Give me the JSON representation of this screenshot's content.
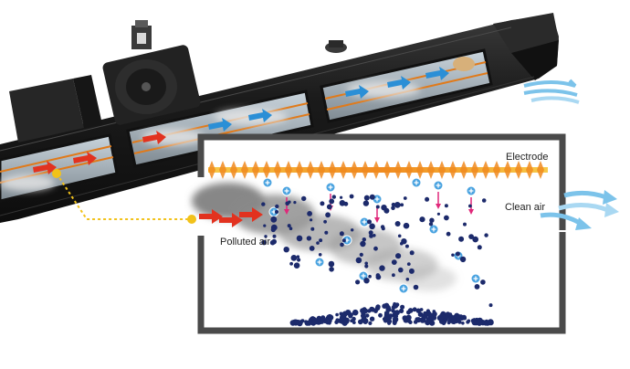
{
  "labels": {
    "electrode": "Electrode",
    "clean_air": "Clean air",
    "polluted_air": "Polluted air"
  },
  "colors": {
    "background": "#ffffff",
    "housing": "#1e1e1e",
    "chamber_wall": "#4a4a4a",
    "electrode_orange": "#f08a1e",
    "electrode_yellow": "#f7c948",
    "inflow_arrow": "#e2321f",
    "airflow_blue": "#2b8fd6",
    "clean_air_blue": "#7cc3ea",
    "ion_blue": "#4aa3e0",
    "field_pink": "#e0287a",
    "particle_navy": "#1c2a6b",
    "leader_line": "#f2c21a",
    "smoke_gray": "#8a8a8a"
  },
  "icons": {
    "ion": "plus-ion-icon",
    "fan": "fan-icon",
    "particle": "particle-icon"
  }
}
